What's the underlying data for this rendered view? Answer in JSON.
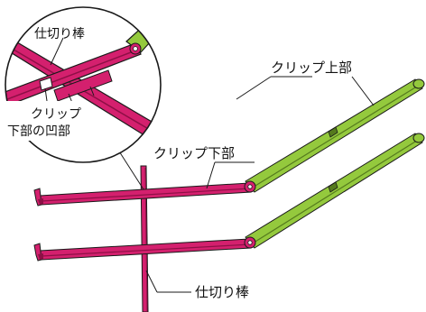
{
  "labels": {
    "divider_zoom": "仕切り棒",
    "clip_notch_line1": "クリップ",
    "clip_notch_line2": "下部の凹部",
    "clip_upper": "クリップ上部",
    "clip_lower": "クリップ下部",
    "divider_bottom": "仕切り棒"
  },
  "colors": {
    "magenta": "#d4206e",
    "magenta_dark": "#8e0f46",
    "green": "#94c93d",
    "green_dark": "#557a1d",
    "outline": "#1a1a1a"
  }
}
